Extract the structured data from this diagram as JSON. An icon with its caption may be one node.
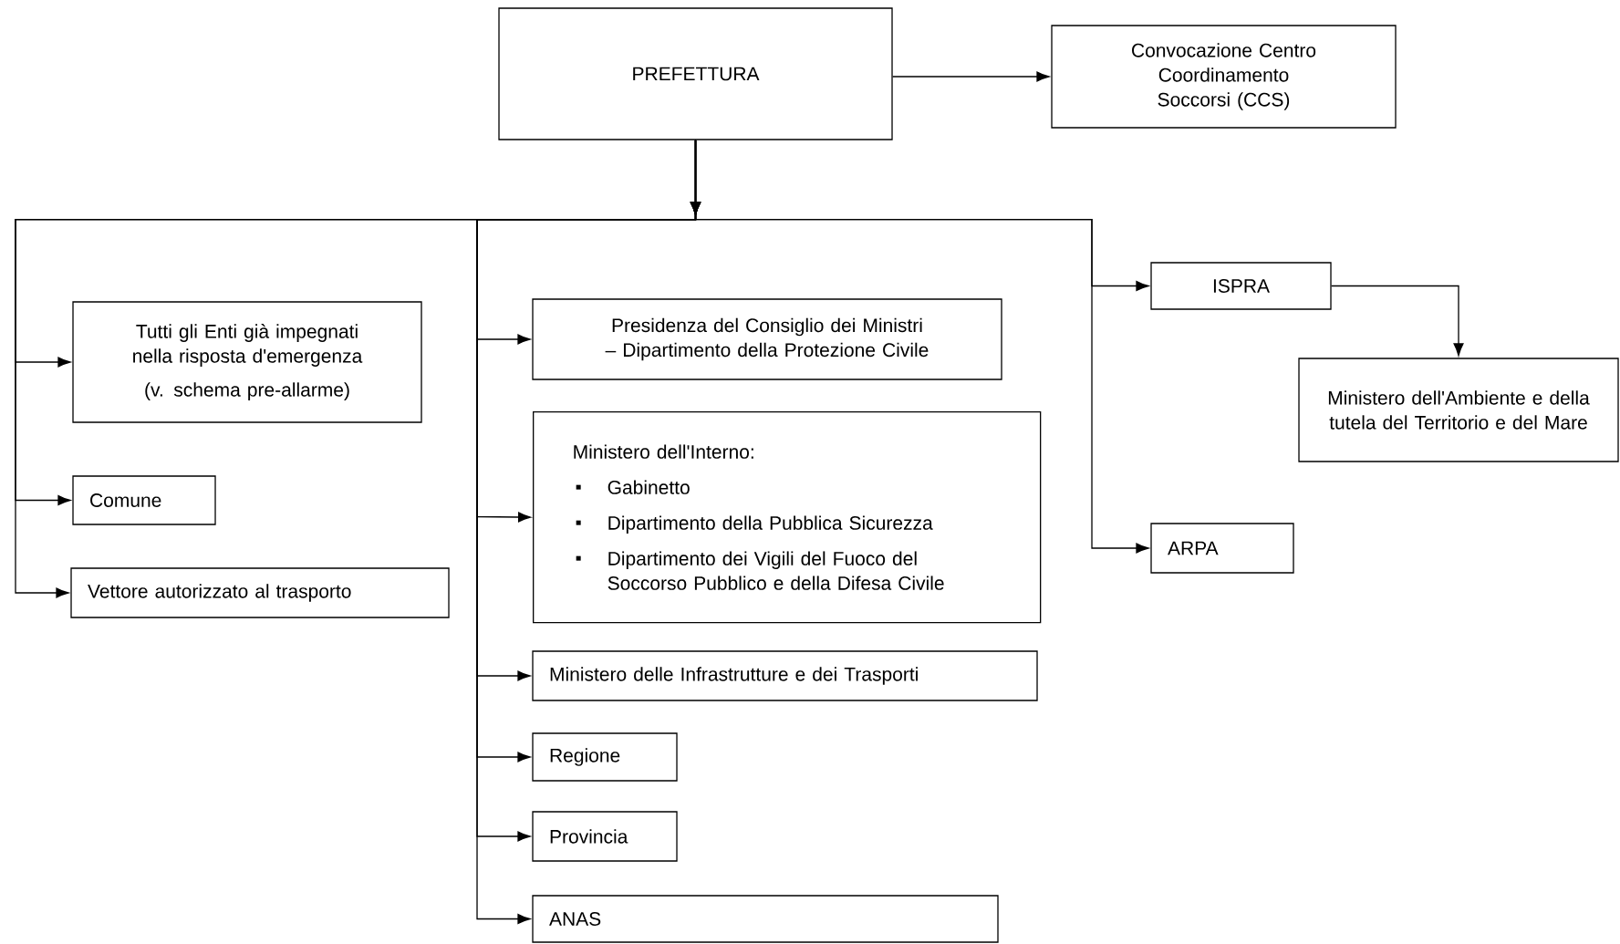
{
  "diagram": {
    "nodes": [
      {
        "text": [
          "PREFETTURA"
        ]
      },
      {
        "text": [
          "Convocazione Centro Coordinamento Soccorsi (CCS)"
        ]
      },
      {
        "text": [
          "Tutti gli Enti già impegnati nella risposta d'emergenza",
          "(v. schema pre-allarme)"
        ]
      },
      {
        "text": [
          "Comune"
        ]
      },
      {
        "text": [
          "Vettore autorizzato al trasporto"
        ]
      },
      {
        "text": [
          "Presidenza del Consiglio dei Ministri – Dipartimento della Protezione Civile"
        ]
      },
      {
        "text": [
          "Ministero dell'Interno:",
          "Gabinetto",
          "Dipartimento della Pubblica Sicurezza",
          "Dipartimento dei Vigili del Fuoco del Soccorso Pubblico e della Difesa Civile"
        ]
      },
      {
        "text": [
          "Ministero delle Infrastrutture e dei Trasporti"
        ]
      },
      {
        "text": [
          "Regione"
        ]
      },
      {
        "text": [
          "Provincia"
        ]
      },
      {
        "text": [
          "ANAS"
        ]
      },
      {
        "text": [
          "ISPRA"
        ]
      },
      {
        "text": [
          "Ministero dell'Ambiente e della tutela del Territorio e del Mare"
        ]
      },
      {
        "text": [
          "ARPA"
        ]
      }
    ],
    "edges": [
      {
        "from": 0,
        "to": 1,
        "arrow": "to"
      },
      {
        "from": 0,
        "to": 2,
        "arrow": "to"
      },
      {
        "from": 0,
        "to": 3,
        "arrow": "to"
      },
      {
        "from": 0,
        "to": 4,
        "arrow": "to"
      },
      {
        "from": 0,
        "to": 5,
        "arrow": "to"
      },
      {
        "from": 0,
        "to": 6,
        "arrow": "to"
      },
      {
        "from": 0,
        "to": 7,
        "arrow": "to"
      },
      {
        "from": 0,
        "to": 8,
        "arrow": "to"
      },
      {
        "from": 0,
        "to": 9,
        "arrow": "to"
      },
      {
        "from": 0,
        "to": 10,
        "arrow": "to"
      },
      {
        "from": 0,
        "to": 11,
        "arrow": "to"
      },
      {
        "from": 0,
        "to": 13,
        "arrow": "to"
      },
      {
        "from": 11,
        "to": 12,
        "arrow": "to"
      }
    ]
  }
}
